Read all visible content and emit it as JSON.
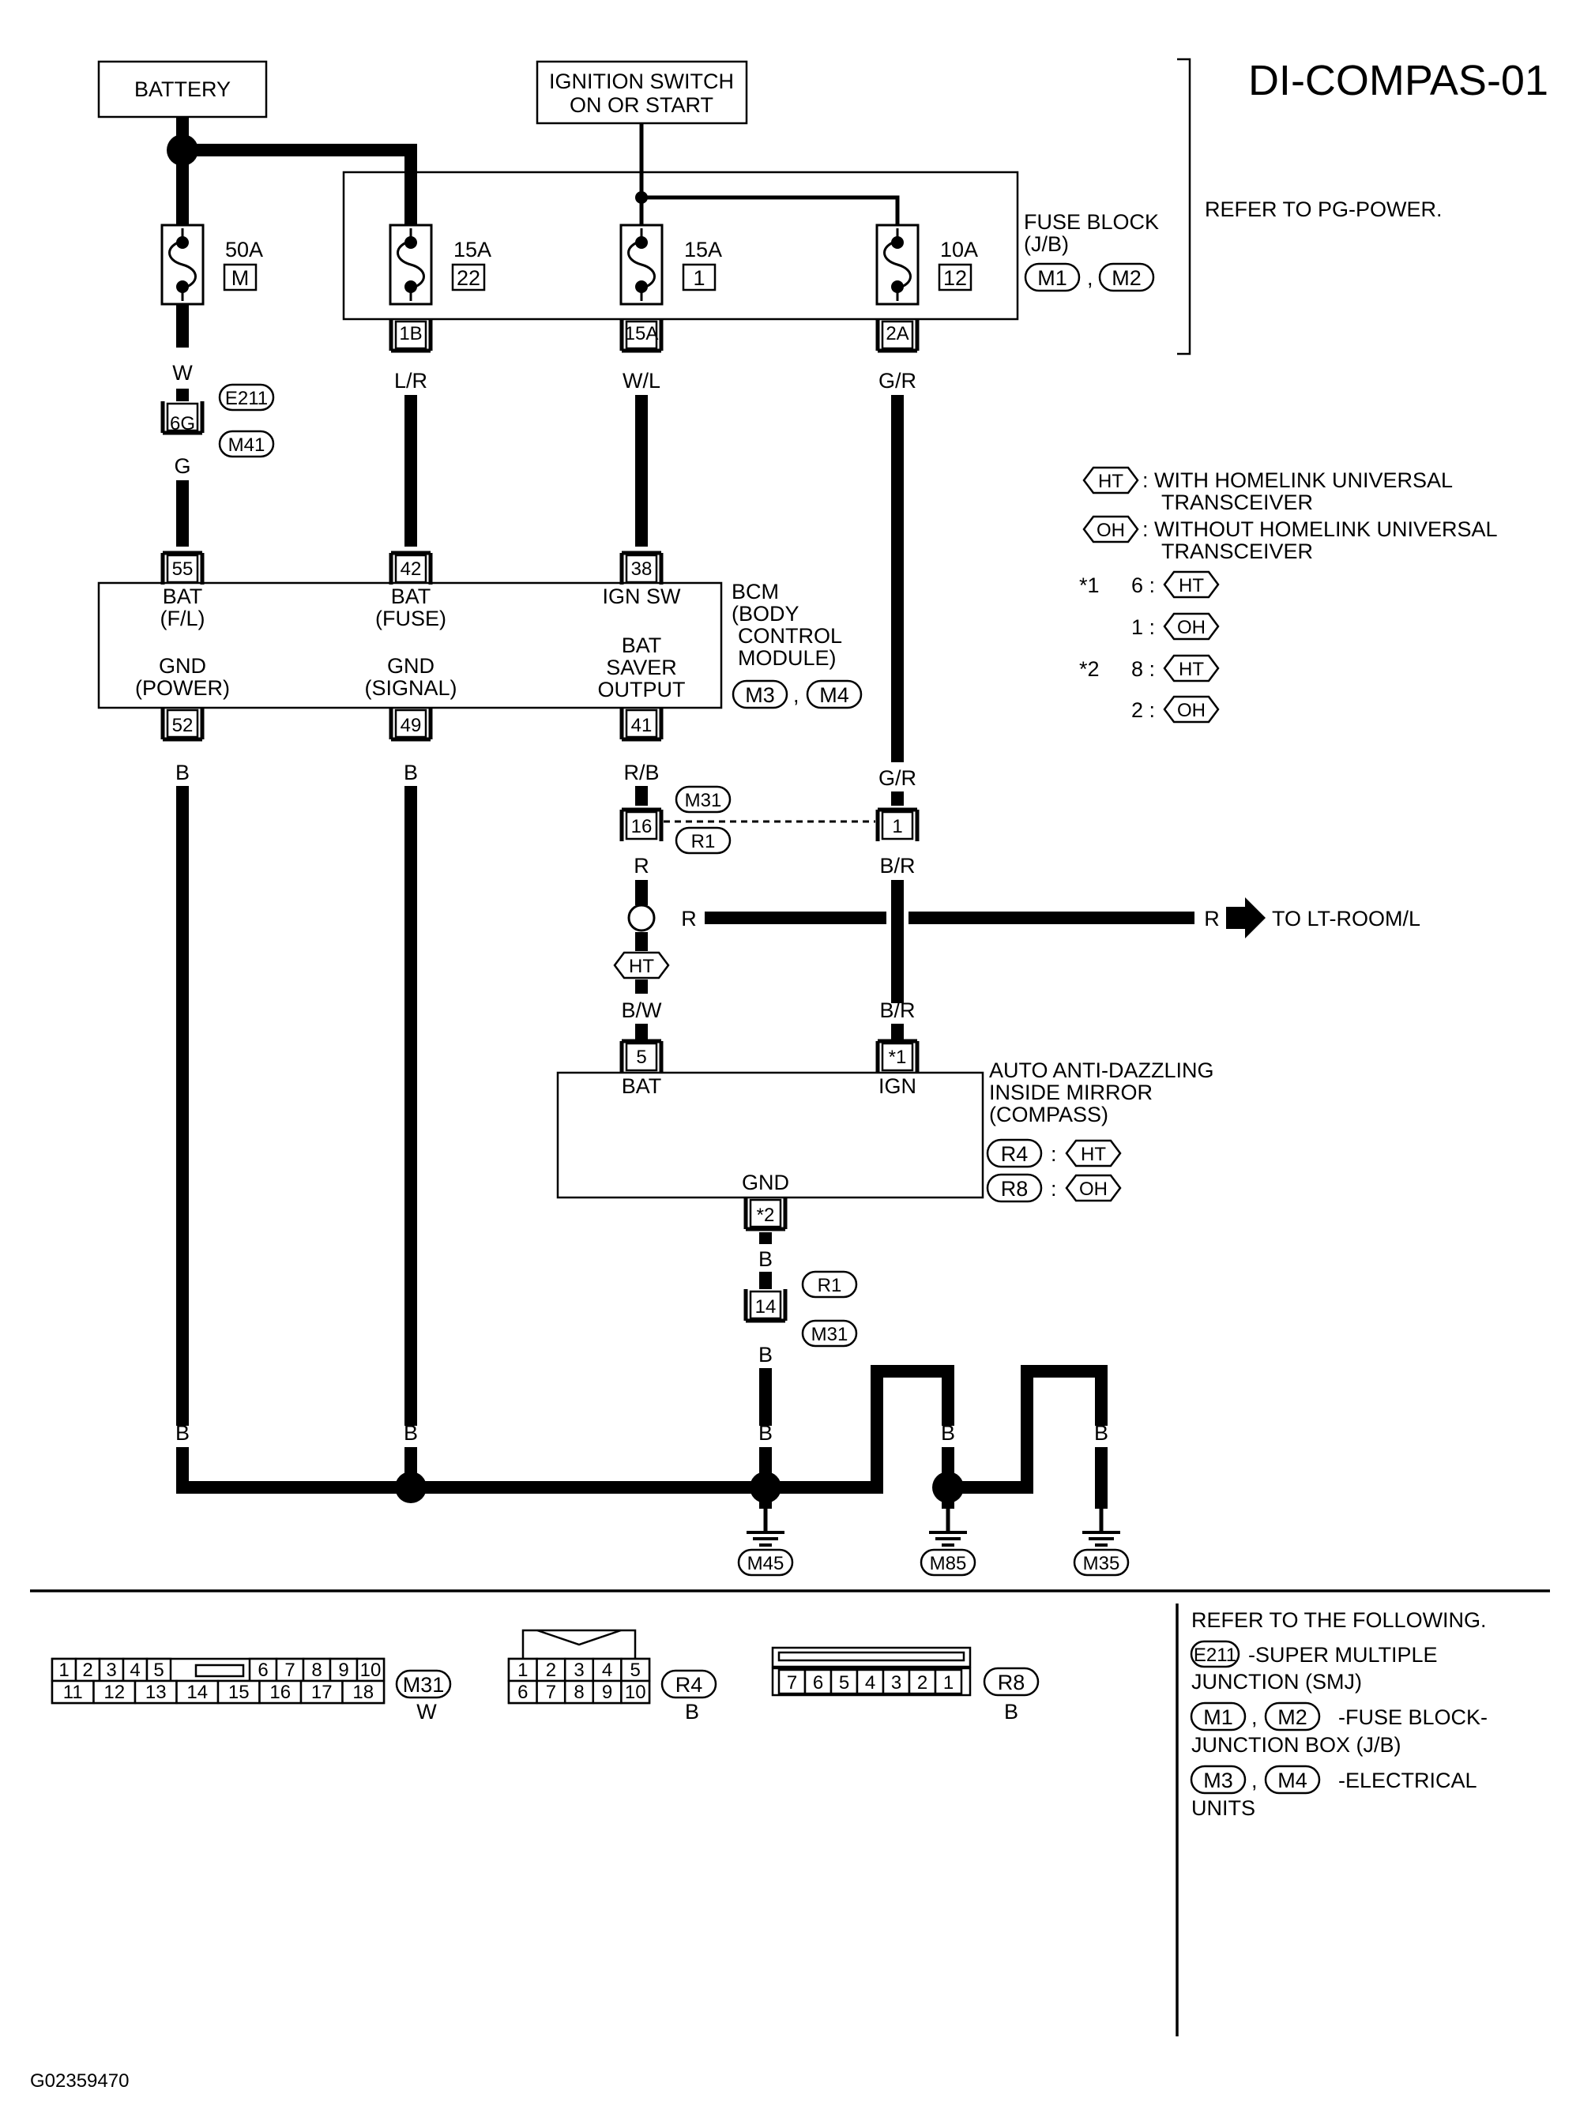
{
  "diagram_id": "DI-COMPAS-01",
  "figure_id": "G02359470",
  "sources": {
    "battery": "BATTERY",
    "ignition_line1": "IGNITION SWITCH",
    "ignition_line2": "ON OR START"
  },
  "fuses": [
    {
      "amps": "50A",
      "num": "M"
    },
    {
      "amps": "15A",
      "num": "22",
      "term": "1B"
    },
    {
      "amps": "15A",
      "num": "1",
      "term": "15A"
    },
    {
      "amps": "10A",
      "num": "12",
      "term": "2A"
    }
  ],
  "fuse_block": {
    "line1": "FUSE BLOCK",
    "line2": "(J/B)",
    "conn1": "M1",
    "conn2": "M2",
    "comma": ",",
    "refer": "REFER TO PG-POWER."
  },
  "wires": {
    "w": "W",
    "lr": "L/R",
    "wl": "W/L",
    "gr": "G/R",
    "g": "G",
    "b": "B",
    "rb": "R/B",
    "r": "R",
    "br": "B/R",
    "bw": "B/W"
  },
  "smj": {
    "pin": "6G",
    "conn1": "E211",
    "conn2": "M41"
  },
  "bcm": {
    "pins_top": [
      "55",
      "42",
      "38"
    ],
    "pins_bottom": [
      "52",
      "49",
      "41"
    ],
    "bat_fl_1": "BAT",
    "bat_fl_2": "(F/L)",
    "bat_fuse_1": "BAT",
    "bat_fuse_2": "(FUSE)",
    "ign_sw": "IGN SW",
    "gnd_power_1": "GND",
    "gnd_power_2": "(POWER)",
    "gnd_signal_1": "GND",
    "gnd_signal_2": "(SIGNAL)",
    "bat_saver_1": "BAT",
    "bat_saver_2": "SAVER",
    "bat_saver_3": "OUTPUT",
    "name_1": "BCM",
    "name_2": "(BODY",
    "name_3": "CONTROL",
    "name_4": "MODULE)",
    "conn1": "M3",
    "conn2": "M4"
  },
  "legend": {
    "ht_tag": "HT",
    "oh_tag": "OH",
    "ht_line1": ": WITH HOMELINK UNIVERSAL",
    "ht_line2": "TRANSCEIVER",
    "oh_line1": ": WITHOUT HOMELINK UNIVERSAL",
    "oh_line2": "TRANSCEIVER",
    "star1": "*1",
    "star2": "*2",
    "s1a": "6 :",
    "s1b": "1 :",
    "s2a": "8 :",
    "s2b": "2 :"
  },
  "joint": {
    "pin_left": "16",
    "pin_right": "1",
    "conn1": "M31",
    "conn2": "R1"
  },
  "to_lt_room": "TO LT-ROOM/L",
  "mirror": {
    "pin_bat": "5",
    "pin_ign": "*1",
    "pin_gnd": "*2",
    "bat": "BAT",
    "ign": "IGN",
    "gnd": "GND",
    "name_1": "AUTO ANTI-DAZZLING",
    "name_2": "INSIDE MIRROR",
    "name_3": "(COMPASS)",
    "conn_ht": "R4",
    "conn_oh": "R8",
    "colon": ":"
  },
  "ground_joint": {
    "pin": "14",
    "conn1": "R1",
    "conn2": "M31"
  },
  "grounds": [
    "M45",
    "M85",
    "M35"
  ],
  "connectors": {
    "m31_top": [
      "1",
      "2",
      "3",
      "4",
      "5",
      "6",
      "7",
      "8",
      "9",
      "10"
    ],
    "m31_bottom": [
      "11",
      "12",
      "13",
      "14",
      "15",
      "16",
      "17",
      "18"
    ],
    "m31_name": "M31",
    "m31_color": "W",
    "r4_top": [
      "1",
      "2",
      "3",
      "4",
      "5"
    ],
    "r4_bottom": [
      "6",
      "7",
      "8",
      "9",
      "10"
    ],
    "r4_name": "R4",
    "r4_color": "B",
    "r8_pins": [
      "7",
      "6",
      "5",
      "4",
      "3",
      "2",
      "1"
    ],
    "r8_name": "R8",
    "r8_color": "B"
  },
  "refer_following": {
    "title": "REFER TO THE FOLLOWING.",
    "e211": "E211",
    "e211_1": "-SUPER MULTIPLE",
    "e211_2": "JUNCTION (SMJ)",
    "m1": "M1",
    "m2": "M2",
    "m_text_1": "-FUSE BLOCK-",
    "m_text_2": "JUNCTION BOX (J/B)",
    "m3": "M3",
    "m4": "M4",
    "e_text_1": "-ELECTRICAL",
    "e_text_2": "UNITS",
    "comma": ","
  }
}
